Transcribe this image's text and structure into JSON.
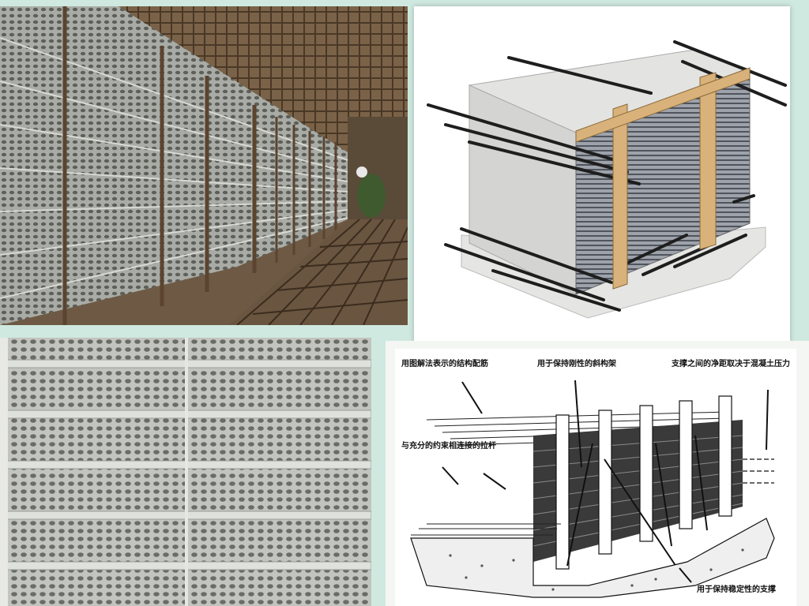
{
  "diagram": {
    "label_structural_rebar": "用图解法表示的结构配筋",
    "label_diagonal_brace": "用于保持刚性的斜构架",
    "label_support_spacing": "支撑之间的净距取决于混凝土压力",
    "label_tie_rods": "与充分的约束相连接的拉杆",
    "label_stability_support": "用于保持稳定性的支撑"
  },
  "colors": {
    "background": "#cfe9e0",
    "mesh_silver": "#b9bdb8",
    "timber": "#d8b27a",
    "rebar": "#222222"
  }
}
